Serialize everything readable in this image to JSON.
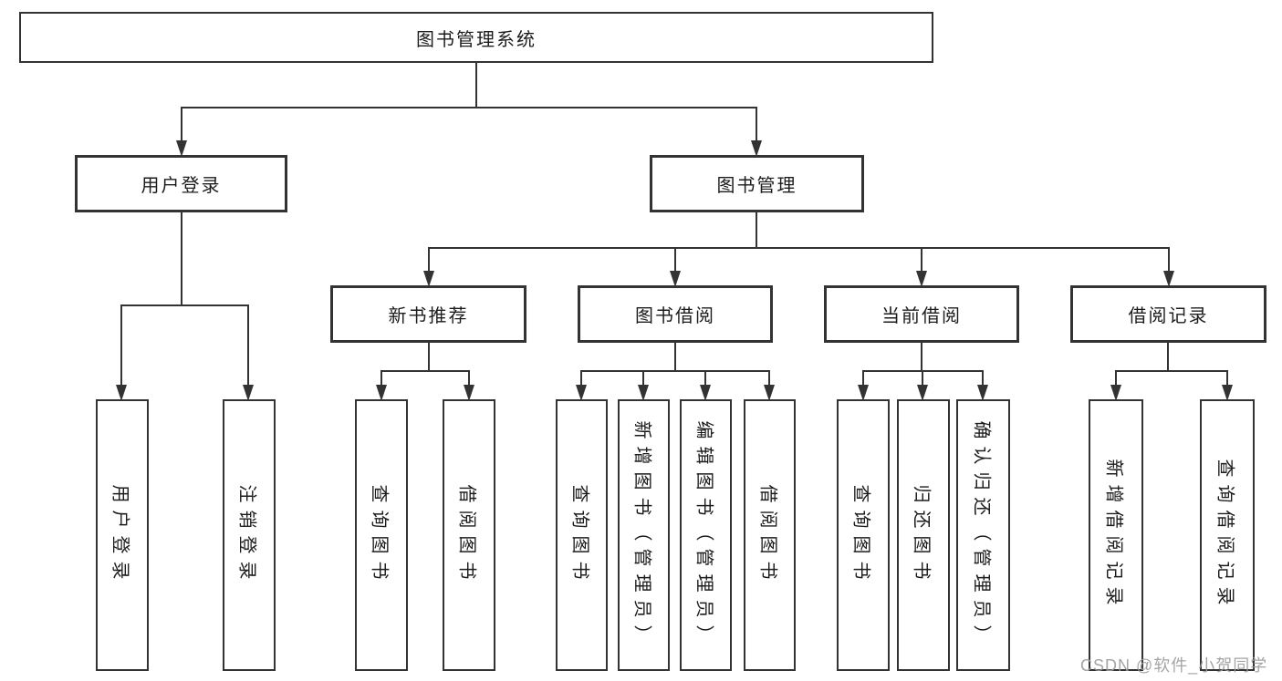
{
  "diagram": {
    "root": "图书管理系统",
    "level2": [
      {
        "label": "用户登录",
        "leaves": [
          "用户登录",
          "注销登录"
        ]
      },
      {
        "label": "图书管理",
        "sections": [
          {
            "label": "新书推荐",
            "leaves": [
              "查询图书",
              "借阅图书"
            ]
          },
          {
            "label": "图书借阅",
            "leaves": [
              "查询图书",
              "新增图书（管理员）",
              "编辑图书（管理员）",
              "借阅图书"
            ]
          },
          {
            "label": "当前借阅",
            "leaves": [
              "查询图书",
              "归还图书",
              "确认归还（管理员）"
            ]
          },
          {
            "label": "借阅记录",
            "leaves": [
              "新增借阅记录",
              "查询借阅记录"
            ]
          }
        ]
      }
    ]
  },
  "watermark": "CSDN @软件_小贺同学",
  "colors": {
    "line": "#333333",
    "text": "#1c1c1c",
    "box_background": "#ffffff",
    "watermark": "#9b9b9b"
  }
}
